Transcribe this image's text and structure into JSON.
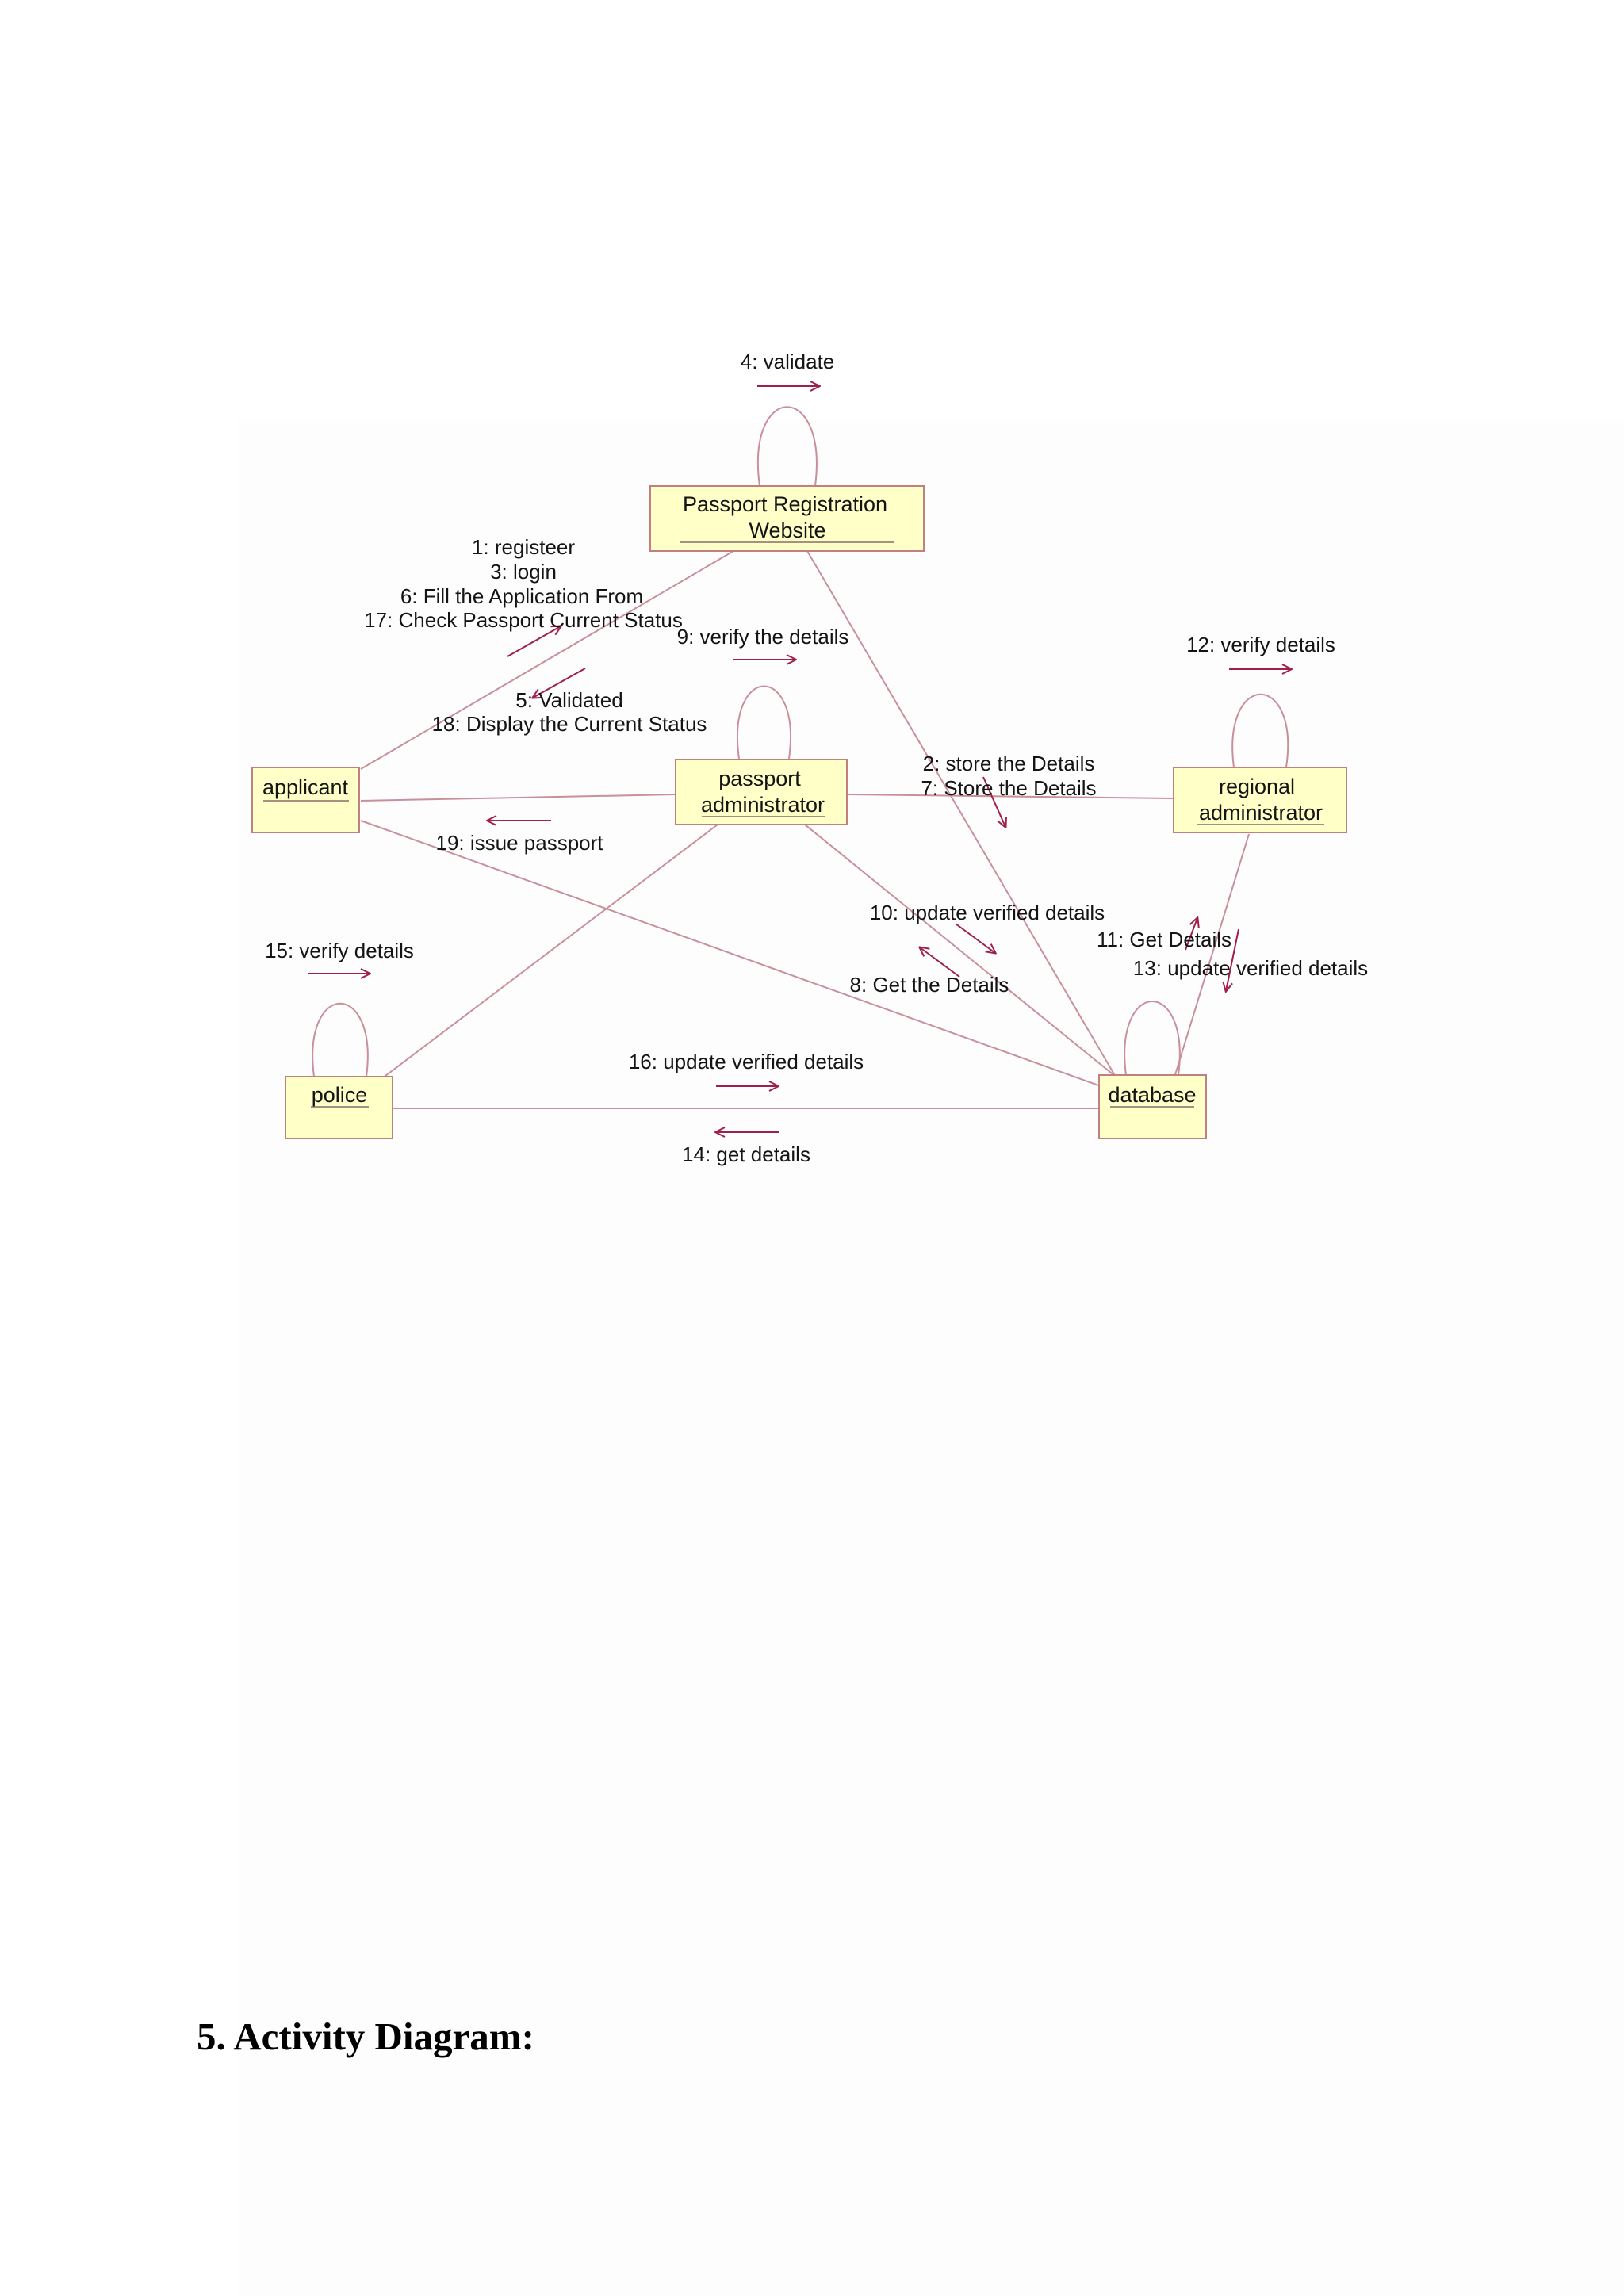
{
  "colors": {
    "object_fill": "#ffffc8",
    "object_border": "#c08080",
    "link": "#c8909a",
    "arrow": "#a0204a",
    "text": "#141414"
  },
  "objects": {
    "website": {
      "line1": "Passport Registration",
      "line2": "Website"
    },
    "applicant": {
      "line1": "applicant"
    },
    "passport_admin": {
      "line1": "passport",
      "line2": "administrator"
    },
    "regional_admin": {
      "line1": "regional",
      "line2": "administrator"
    },
    "police": {
      "line1": "police"
    },
    "database": {
      "line1": "database"
    }
  },
  "messages": {
    "validate": "4: validate",
    "registeer": "1: registeer",
    "login": "3: login",
    "fill_application": "6: Fill the Application From",
    "check_status": "17: Check Passport Current Status",
    "verify_the_details": "9: verify the details",
    "verify_details_regional": "12: verify details",
    "validated": "5: Validated",
    "display_status": "18: Display the Current Status",
    "store_details": "2: store the Details",
    "store_details_2": "7: Store the Details",
    "issue_passport": "19: issue passport",
    "update_verified_10": "10: update verified details",
    "verify_details_police": "15: verify details",
    "get_details_11": "11: Get Details",
    "update_verified_13": "13: update verified details",
    "get_the_details_8": "8: Get the Details",
    "update_verified_16": "16: update verified details",
    "get_details_14": "14: get details"
  },
  "heading": "5. Activity Diagram:"
}
